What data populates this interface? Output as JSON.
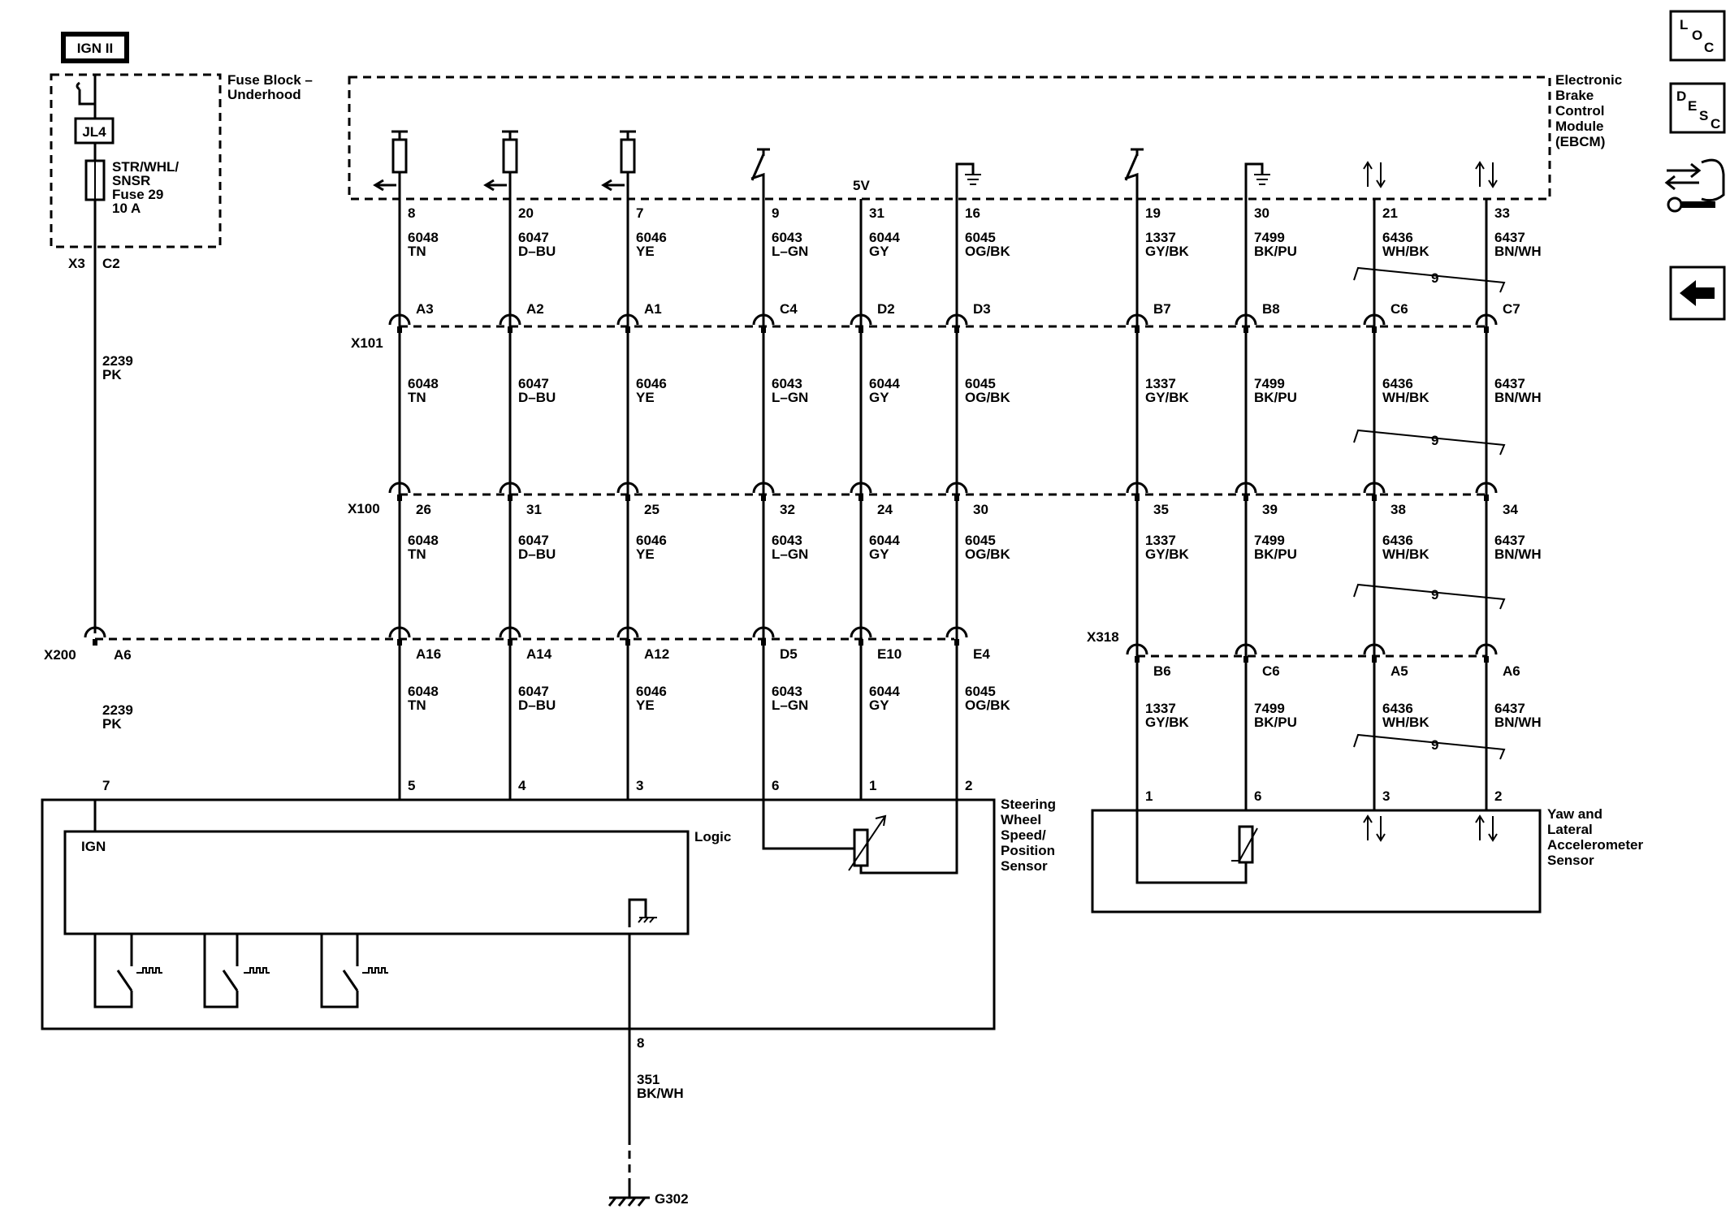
{
  "ign": "IGN II",
  "fuse_block": {
    "line1": "Fuse Block –",
    "line2": "Underhood"
  },
  "jl4": "JL4",
  "fuse": {
    "l1": "STR/WHL/",
    "l2": "SNSR",
    "l3": "Fuse 29",
    "l4": "10 A"
  },
  "x3": "X3",
  "c2": "C2",
  "feed": {
    "circuit": "2239",
    "color": "PK"
  },
  "ebcm": {
    "l1": "Electronic",
    "l2": "Brake",
    "l3": "Control",
    "l4": "Module",
    "l5": "(EBCM)"
  },
  "five_v": "5V",
  "conn": {
    "x101": "X101",
    "x100": "X100",
    "x200": "X200",
    "x318": "X318"
  },
  "x200_feed_pin": "A6",
  "steer_pin_feed": "7",
  "wires": [
    {
      "ebcm_pin": "8",
      "circuit": "6048",
      "color": "TN",
      "x101": "A3",
      "x100": "26",
      "x200": "A16",
      "sensor_pin": "5"
    },
    {
      "ebcm_pin": "20",
      "circuit": "6047",
      "color": "D–BU",
      "x101": "A2",
      "x100": "31",
      "x200": "A14",
      "sensor_pin": "4"
    },
    {
      "ebcm_pin": "7",
      "circuit": "6046",
      "color": "YE",
      "x101": "A1",
      "x100": "25",
      "x200": "A12",
      "sensor_pin": "3"
    },
    {
      "ebcm_pin": "9",
      "circuit": "6043",
      "color": "L–GN",
      "x101": "C4",
      "x100": "32",
      "x200": "D5",
      "sensor_pin": "6"
    },
    {
      "ebcm_pin": "31",
      "circuit": "6044",
      "color": "GY",
      "x101": "D2",
      "x100": "24",
      "x200": "E10",
      "sensor_pin": "1"
    },
    {
      "ebcm_pin": "16",
      "circuit": "6045",
      "color": "OG/BK",
      "x101": "D3",
      "x100": "30",
      "x200": "E4",
      "sensor_pin": "2"
    },
    {
      "ebcm_pin": "19",
      "circuit": "1337",
      "color": "GY/BK",
      "x101": "B7",
      "x100": "35",
      "x318": "B6",
      "sensor_pin": "1"
    },
    {
      "ebcm_pin": "30",
      "circuit": "7499",
      "color": "BK/PU",
      "x101": "B8",
      "x100": "39",
      "x318": "C6",
      "sensor_pin": "6"
    },
    {
      "ebcm_pin": "21",
      "circuit": "6436",
      "color": "WH/BK",
      "x101": "C6",
      "x100": "38",
      "x318": "A5",
      "sensor_pin": "3"
    },
    {
      "ebcm_pin": "33",
      "circuit": "6437",
      "color": "BN/WH",
      "x101": "C7",
      "x100": "34",
      "x318": "A6",
      "sensor_pin": "2"
    }
  ],
  "twist_label": "9",
  "steering": {
    "l1": "Steering",
    "l2": "Wheel",
    "l3": "Speed/",
    "l4": "Position",
    "l5": "Sensor",
    "logic": "Logic",
    "ign": "IGN"
  },
  "yaw": {
    "l1": "Yaw and",
    "l2": "Lateral",
    "l3": "Accelerometer",
    "l4": "Sensor"
  },
  "ground": {
    "pin": "8",
    "circuit": "351",
    "color": "BK/WH",
    "label": "G302"
  },
  "nav": {
    "loc": [
      "L",
      "O",
      "C"
    ],
    "desc": [
      "D",
      "E",
      "S",
      "C"
    ],
    "back": "←"
  }
}
